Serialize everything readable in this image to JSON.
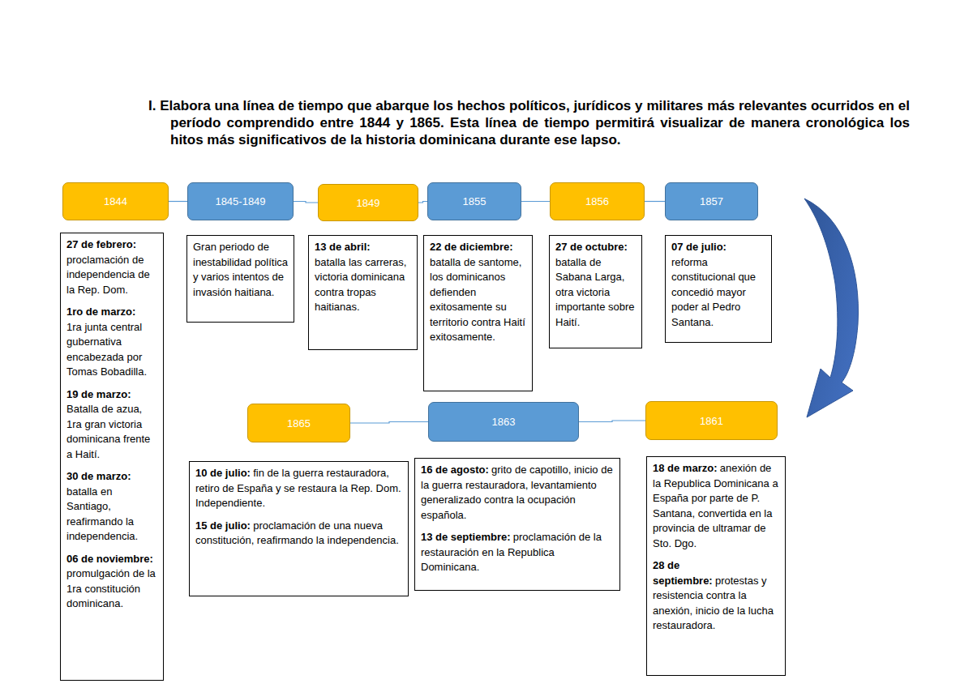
{
  "diagram": {
    "title": "I. Elabora una línea de tiempo que abarque los hechos políticos, jurídicos y militares más relevantes ocurridos en el período comprendido entre 1844 y 1865. Esta línea de tiempo permitirá visualizar de manera cronológica los hitos más significativos de la historia dominicana durante ese lapso.",
    "nodes": [
      {
        "text": [
          "1844"
        ]
      },
      {
        "text": [
          "27 de febrero:",
          "proclamación de independencia de la Rep. Dom.",
          "1ro de marzo:",
          "1ra junta central gubernativa encabezada por Tomas Bobadilla.",
          "19 de marzo:",
          "Batalla de azua, 1ra gran victoria dominicana frente a Haití.",
          "30 de marzo:",
          "batalla en Santiago, reafirmando la independencia.",
          "06 de noviembre:",
          "promulgación de la 1ra constitución dominicana."
        ]
      },
      {
        "text": [
          "1845-1849"
        ]
      },
      {
        "text": [
          "Gran periodo de inestabilidad política y varios intentos de invasión haitiana."
        ]
      },
      {
        "text": [
          "1849"
        ]
      },
      {
        "text": [
          "13 de abril:",
          "batalla las carreras, victoria dominicana contra tropas haitianas."
        ]
      },
      {
        "text": [
          "1855"
        ]
      },
      {
        "text": [
          "22 de diciembre:",
          "batalla de santome, los dominicanos defienden exitosamente su territorio contra Haití exitosamente."
        ]
      },
      {
        "text": [
          "1856"
        ]
      },
      {
        "text": [
          "27 de octubre:",
          "batalla de Sabana Larga, otra victoria importante sobre Haití."
        ]
      },
      {
        "text": [
          "1857"
        ]
      },
      {
        "text": [
          "07 de julio:",
          "reforma constitucional que concedió mayor poder al Pedro Santana."
        ]
      },
      {
        "text": [
          "1865"
        ]
      },
      {
        "text": [
          "10 de julio:",
          "fin de la guerra restauradora, retiro de España y se restaura la Rep. Dom. Independiente.",
          "15 de julio:",
          "proclamación de una nueva constitución, reafirmando la independencia."
        ]
      },
      {
        "text": [
          "1863"
        ]
      },
      {
        "text": [
          "16 de agosto:",
          "grito de capotillo, inicio de la guerra restauradora, levantamiento generalizado contra la ocupación española.",
          "13 de septiembre:",
          "proclamación de la restauración en la Republica Dominicana."
        ]
      },
      {
        "text": [
          "1861"
        ]
      },
      {
        "text": [
          "18 de marzo:",
          "anexión de la Republica Dominicana a España por parte de P. Santana, convertida en la provincia de ultramar de Sto. Dgo.",
          "28 de septiembre:",
          "protestas y resistencia contra la anexión, inicio de la lucha restauradora."
        ]
      }
    ],
    "edges": [
      {
        "from": 0,
        "to": 2,
        "arrow": "none"
      },
      {
        "from": 2,
        "to": 4,
        "arrow": "none"
      },
      {
        "from": 4,
        "to": 6,
        "arrow": "none"
      },
      {
        "from": 6,
        "to": 8,
        "arrow": "none"
      },
      {
        "from": 8,
        "to": 10,
        "arrow": "none"
      },
      {
        "from": 12,
        "to": 14,
        "arrow": "none"
      },
      {
        "from": 14,
        "to": 16,
        "arrow": "none"
      }
    ]
  }
}
